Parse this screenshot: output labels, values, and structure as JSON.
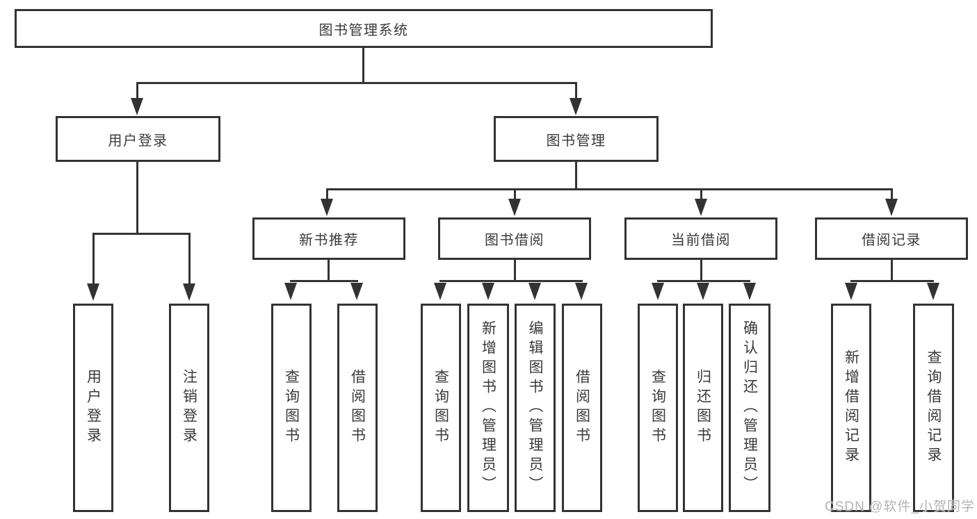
{
  "tree": {
    "root": {
      "label": "图书管理系统"
    },
    "branches": [
      {
        "label": "用户登录",
        "children": [
          {
            "label": "用户登录"
          },
          {
            "label": "注销登录"
          }
        ]
      },
      {
        "label": "图书管理",
        "children": [
          {
            "label": "新书推荐",
            "children": [
              {
                "label": "查询图书"
              },
              {
                "label": "借阅图书"
              }
            ]
          },
          {
            "label": "图书借阅",
            "children": [
              {
                "label": "查询图书"
              },
              {
                "label": "新增图书（管理员）"
              },
              {
                "label": "编辑图书（管理员）"
              },
              {
                "label": "借阅图书"
              }
            ]
          },
          {
            "label": "当前借阅",
            "children": [
              {
                "label": "查询图书"
              },
              {
                "label": "归还图书"
              },
              {
                "label": "确认归还（管理员）"
              }
            ]
          },
          {
            "label": "借阅记录",
            "children": [
              {
                "label": "新增借阅记录"
              },
              {
                "label": "查询借阅记录"
              }
            ]
          }
        ]
      }
    ]
  },
  "colors": {
    "line": "#333333",
    "text": "#3a3a3a",
    "watermark": "#b3b3b3",
    "background": "#ffffff"
  },
  "watermark": "CSDN @软件_小贺同学"
}
